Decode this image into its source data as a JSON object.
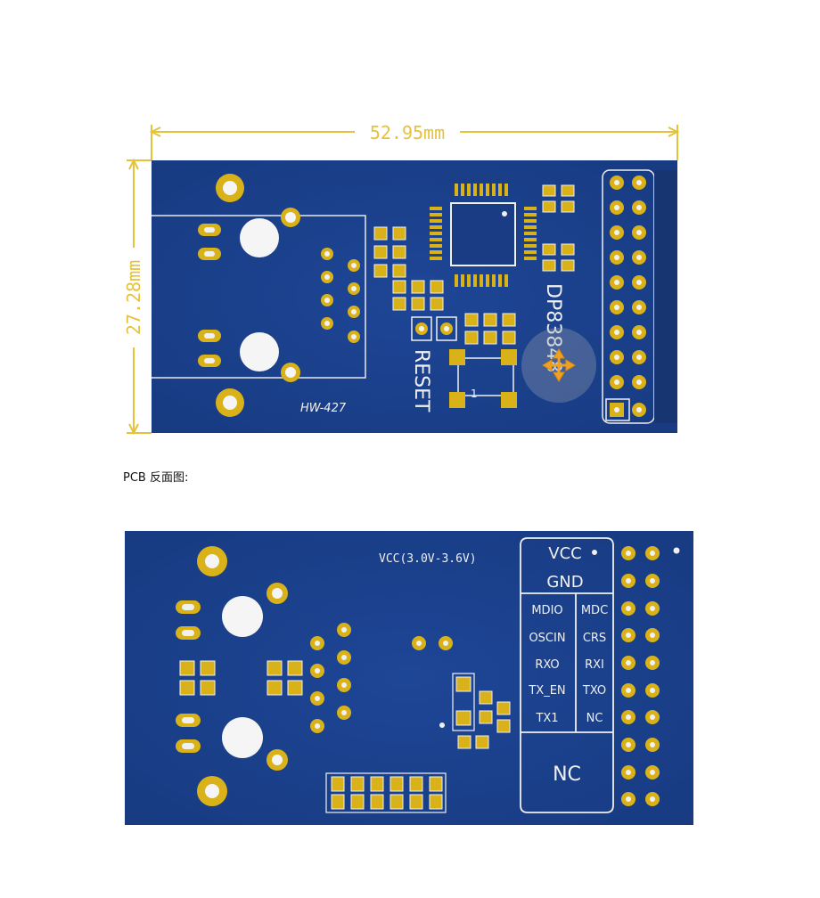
{
  "top_view": {
    "width_dimension": "52.95mm",
    "height_dimension": "27.28mm",
    "chip_label": "DP83848",
    "reset_label": "RESET",
    "board_label": "HW-427",
    "pin1_marker": "1"
  },
  "caption": "PCB 反面图:",
  "bottom_view": {
    "voltage_label": "VCC(3.0V-3.6V)",
    "pin_labels": {
      "vcc": "VCC",
      "gnd": "GND",
      "left": [
        "MDIO",
        "OSCIN",
        "RXO",
        "TX_EN",
        "TX1"
      ],
      "right": [
        "MDC",
        "CRS",
        "RXI",
        "TXO",
        "NC"
      ],
      "nc_large": "NC"
    }
  },
  "colors": {
    "board": "#1b3f8a",
    "board_dark": "#16336f",
    "pad": "#d9b21a",
    "silk": "#f2f2f2",
    "dimension": "#e6c23a"
  }
}
